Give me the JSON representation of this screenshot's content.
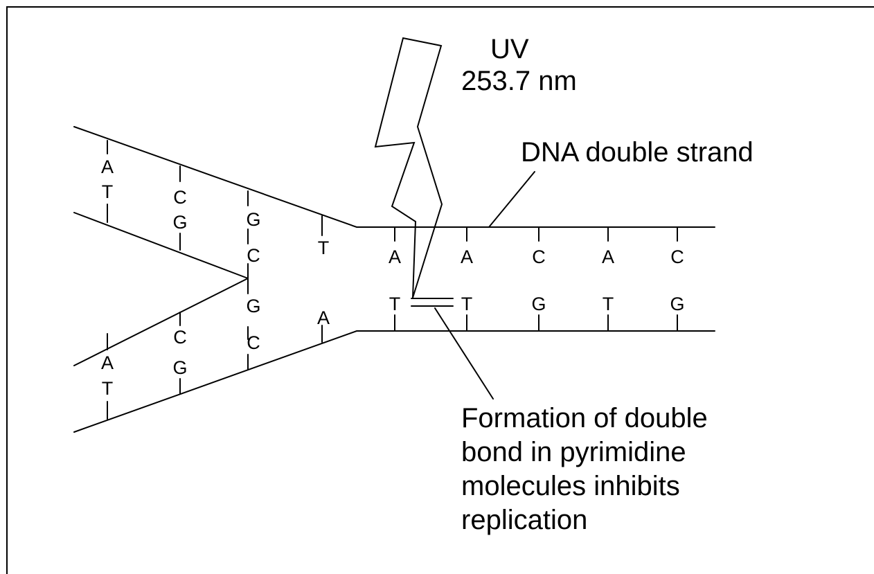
{
  "uv": {
    "line1": "UV",
    "line2": "253.7 nm"
  },
  "dna_label": "DNA double strand",
  "caption": [
    "Formation of double",
    "bond in pyrimidine",
    "molecules inhibits",
    "replication"
  ],
  "bases": {
    "upper_fork": [
      {
        "top": "A",
        "bottom": "T"
      },
      {
        "top": "C",
        "bottom": "G"
      },
      {
        "top": "G",
        "bottom": "C"
      },
      {
        "top": "T",
        "bottom": ""
      }
    ],
    "lower_fork": [
      {
        "top": "A",
        "bottom": "T"
      },
      {
        "top": "C",
        "bottom": "G"
      },
      {
        "top": "G",
        "bottom": "C"
      },
      {
        "top": "A",
        "bottom": ""
      }
    ],
    "duplex": [
      {
        "top": "A",
        "bottom": "T"
      },
      {
        "top": "A",
        "bottom": "T"
      },
      {
        "top": "C",
        "bottom": "G"
      },
      {
        "top": "A",
        "bottom": "T"
      },
      {
        "top": "C",
        "bottom": "G"
      }
    ]
  }
}
